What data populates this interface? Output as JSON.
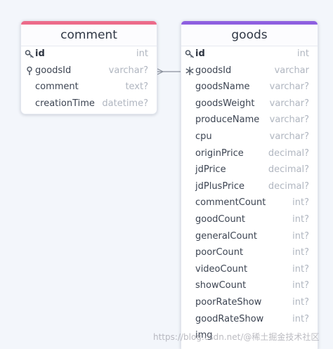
{
  "tables": {
    "comment": {
      "title": "comment",
      "color": "#ec6b8a",
      "fields": [
        {
          "name": "id",
          "type": "int",
          "icon": "key-icon"
        },
        {
          "name": "goodsId",
          "type": "varchar?",
          "icon": "foreign-key-icon"
        },
        {
          "name": "comment",
          "type": "text?",
          "icon": ""
        },
        {
          "name": "creationTime",
          "type": "datetime?",
          "icon": ""
        }
      ]
    },
    "goods": {
      "title": "goods",
      "color": "#8e5fe0",
      "fields": [
        {
          "name": "id",
          "type": "int",
          "icon": "key-icon"
        },
        {
          "name": "goodsId",
          "type": "varchar",
          "icon": "unique-icon"
        },
        {
          "name": "goodsName",
          "type": "varchar?",
          "icon": ""
        },
        {
          "name": "goodsWeight",
          "type": "varchar?",
          "icon": ""
        },
        {
          "name": "produceName",
          "type": "varchar?",
          "icon": ""
        },
        {
          "name": "cpu",
          "type": "varchar?",
          "icon": ""
        },
        {
          "name": "originPrice",
          "type": "decimal?",
          "icon": ""
        },
        {
          "name": "jdPrice",
          "type": "decimal?",
          "icon": ""
        },
        {
          "name": "jdPlusPrice",
          "type": "decimal?",
          "icon": ""
        },
        {
          "name": "commentCount",
          "type": "int?",
          "icon": ""
        },
        {
          "name": "goodCount",
          "type": "int?",
          "icon": ""
        },
        {
          "name": "generalCount",
          "type": "int?",
          "icon": ""
        },
        {
          "name": "poorCount",
          "type": "int?",
          "icon": ""
        },
        {
          "name": "videoCount",
          "type": "int?",
          "icon": ""
        },
        {
          "name": "showCount",
          "type": "int?",
          "icon": ""
        },
        {
          "name": "poorRateShow",
          "type": "int?",
          "icon": ""
        },
        {
          "name": "goodRateShow",
          "type": "int?",
          "icon": ""
        },
        {
          "name": "img",
          "type": "",
          "icon": ""
        }
      ]
    }
  },
  "relation": {
    "from": "comment.goodsId",
    "to": "goods.goodsId",
    "cardinality": "many-to-one"
  },
  "watermark": "https://blog.csdn.net/@稀土掘金技术社区"
}
